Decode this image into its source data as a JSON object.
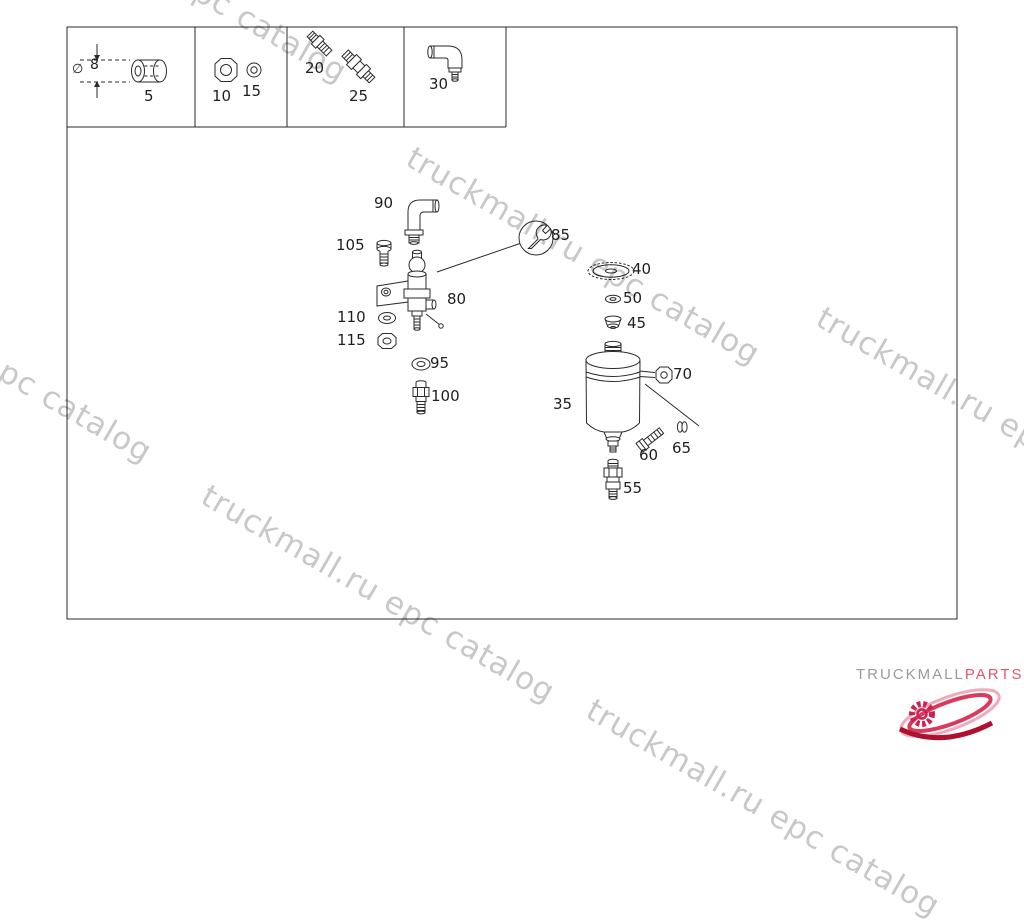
{
  "watermark": {
    "text": "truckmall.ru epc catalog",
    "color": "#c8c8c8"
  },
  "logo": {
    "brand": "TRUCKMALL",
    "suffix": "PARTS",
    "brand_color": "#9a9a9a",
    "suffix_color": "#e4556e",
    "emblem_colors": [
      "#f2a9bb",
      "#d93b5f",
      "#b01030"
    ]
  },
  "diagram": {
    "dimension_symbol": "∅",
    "dimension_value": "8",
    "labels": [
      {
        "part": "5",
        "text": "5"
      },
      {
        "part": "10",
        "text": "10"
      },
      {
        "part": "15",
        "text": "15"
      },
      {
        "part": "20",
        "text": "20"
      },
      {
        "part": "25",
        "text": "25"
      },
      {
        "part": "30",
        "text": "30"
      },
      {
        "part": "90",
        "text": "90"
      },
      {
        "part": "105",
        "text": "105"
      },
      {
        "part": "85",
        "text": "85"
      },
      {
        "part": "80",
        "text": "80"
      },
      {
        "part": "110",
        "text": "110"
      },
      {
        "part": "115",
        "text": "115"
      },
      {
        "part": "95",
        "text": "95"
      },
      {
        "part": "100",
        "text": "100"
      },
      {
        "part": "40",
        "text": "40"
      },
      {
        "part": "50",
        "text": "50"
      },
      {
        "part": "45",
        "text": "45"
      },
      {
        "part": "35",
        "text": "35"
      },
      {
        "part": "70",
        "text": "70"
      },
      {
        "part": "60",
        "text": "60"
      },
      {
        "part": "65",
        "text": "65"
      },
      {
        "part": "55",
        "text": "55"
      }
    ]
  }
}
